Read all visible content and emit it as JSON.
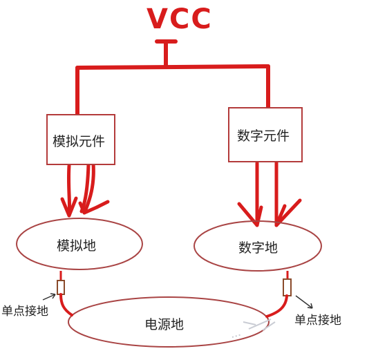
{
  "diagram": {
    "vcc_label": "VCC",
    "analog_component": "模拟元件",
    "digital_component": "数字元件",
    "analog_ground": "模拟地",
    "digital_ground": "数字地",
    "power_ground": "电源地",
    "single_point_left": "单点接地",
    "single_point_right": "单点接地"
  },
  "colors": {
    "wire": "#d81c1c",
    "box": "#b33a3a",
    "ellipse": "#a94444",
    "text": "#222222"
  }
}
